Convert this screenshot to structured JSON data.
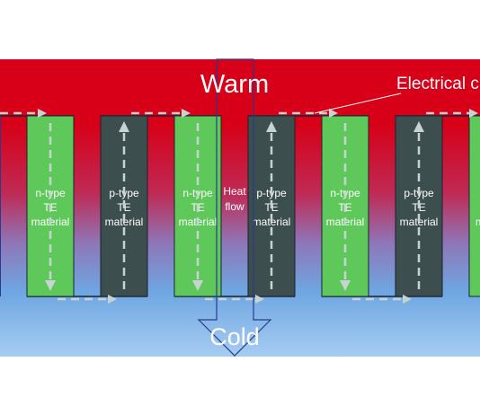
{
  "labels": {
    "warm": "Warm",
    "cold": "Cold",
    "electrical": "Electrical c",
    "heat_line1": "Heat",
    "heat_line2": "flow"
  },
  "legs": [
    {
      "type": "n",
      "line1": "n-type",
      "line2": "TE",
      "line3": "material",
      "arrow": "down"
    },
    {
      "type": "p",
      "line1": "p-type",
      "line2": "TE",
      "line3": "material",
      "arrow": "up"
    },
    {
      "type": "n",
      "line1": "n-type",
      "line2": "TE",
      "line3": "material",
      "arrow": "down"
    },
    {
      "type": "p",
      "line1": "p-type",
      "line2": "TE",
      "line3": "material",
      "arrow": "up"
    },
    {
      "type": "n",
      "line1": "n-type",
      "line2": "TE",
      "line3": "material",
      "arrow": "down"
    },
    {
      "type": "p",
      "line1": "p-type",
      "line2": "TE",
      "line3": "material",
      "arrow": "up"
    },
    {
      "type": "n",
      "line1": "",
      "line2": "",
      "line3": "m",
      "arrow": "down"
    }
  ],
  "colors": {
    "warm": "#d9001c",
    "cold": "#7fb6ea",
    "n_type": "#5ec95a",
    "p_type": "#3d4e4e",
    "arrow": "#c7d2d2",
    "text": "#ffffff"
  }
}
